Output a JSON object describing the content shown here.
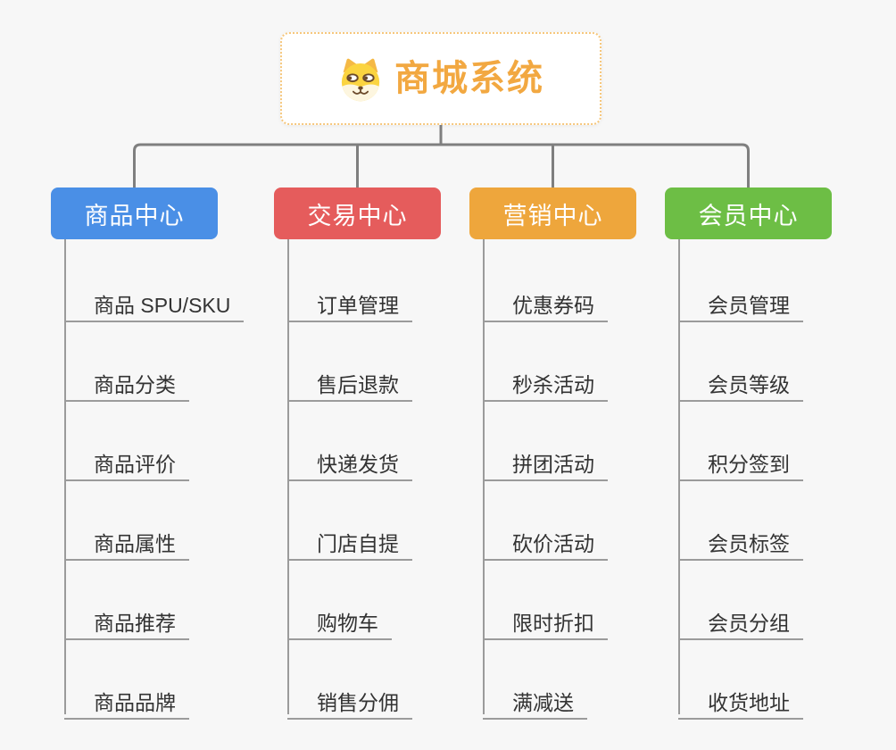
{
  "root": {
    "title": "商城系统",
    "icon": "dog-face-icon",
    "text_color": "#f2a841",
    "border_color": "#f6c77c"
  },
  "palette": {
    "background": "#f7f7f7",
    "connector": "#7f7f7f",
    "underline": "#9b9b9b",
    "item_text": "#333333"
  },
  "branches": [
    {
      "label": "商品中心",
      "color": "#4a8fe6",
      "items": [
        "商品 SPU/SKU",
        "商品分类",
        "商品评价",
        "商品属性",
        "商品推荐",
        "商品品牌"
      ]
    },
    {
      "label": "交易中心",
      "color": "#e55c5c",
      "items": [
        "订单管理",
        "售后退款",
        "快递发货",
        "门店自提",
        "购物车",
        "销售分佣"
      ]
    },
    {
      "label": "营销中心",
      "color": "#eea63c",
      "items": [
        "优惠券码",
        "秒杀活动",
        "拼团活动",
        "砍价活动",
        "限时折扣",
        "满减送"
      ]
    },
    {
      "label": "会员中心",
      "color": "#6dbe45",
      "items": [
        "会员管理",
        "会员等级",
        "积分签到",
        "会员标签",
        "会员分组",
        "收货地址"
      ]
    }
  ]
}
